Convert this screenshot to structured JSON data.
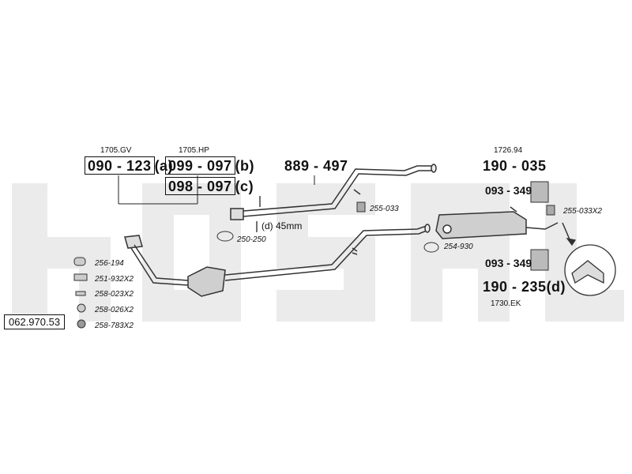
{
  "part_number": "062.970.53",
  "codes": {
    "ref_a": "1705.GV",
    "ref_b": "1705.HP",
    "part_a": "090 - 123",
    "part_a_suffix": "(a)",
    "part_b": "099 - 097",
    "part_b_suffix": "(b)",
    "part_c": "098 - 097",
    "part_c_suffix": "(c)",
    "mid_pipe": "889 - 497",
    "diameter": "(d) 45mm",
    "rear_ref": "1726.94",
    "rear_part": "190 - 035",
    "rear_ref_2": "1730.EK",
    "rear_part_2": "190 - 235",
    "rear_part_2_suffix": "(d)",
    "mount_top": "093 - 349",
    "mount_bottom": "093 - 349"
  },
  "accessories": [
    "256-194",
    "251-932X2",
    "258-023X2",
    "258-026X2",
    "258-783X2"
  ],
  "clamps": {
    "c1": "255-033",
    "c2": "250-250",
    "c3": "254-930",
    "c4": "255-033X2"
  },
  "watermark": "bosal"
}
